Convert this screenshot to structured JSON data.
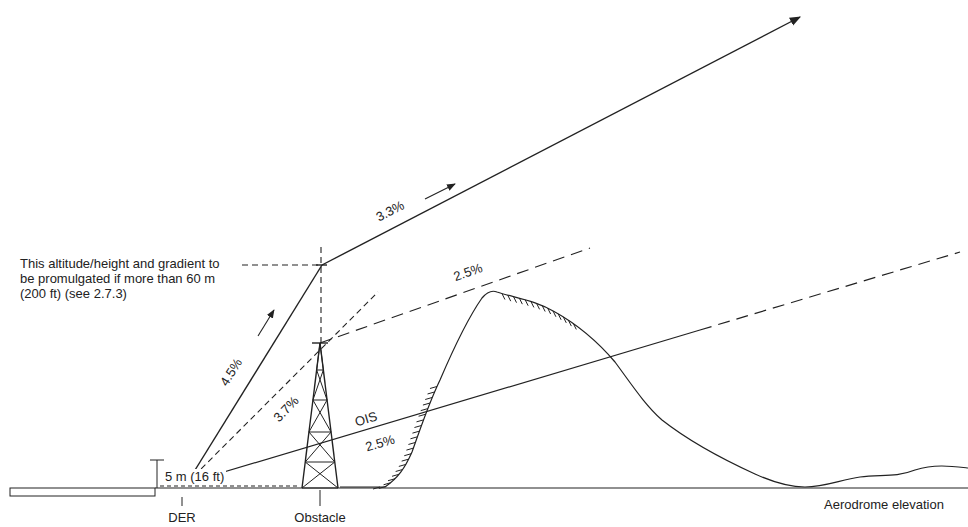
{
  "diagram": {
    "labels": [
      "This altitude/height and gradient to be promulgated if more than 60 m (200 ft) (see 2.7.3)",
      "3.3%",
      "4.5%",
      "3.7%",
      "2.5%",
      "OIS",
      "2.5%",
      "5 m (16 ft)",
      "DER",
      "Obstacle",
      "Aerodrome elevation"
    ]
  }
}
